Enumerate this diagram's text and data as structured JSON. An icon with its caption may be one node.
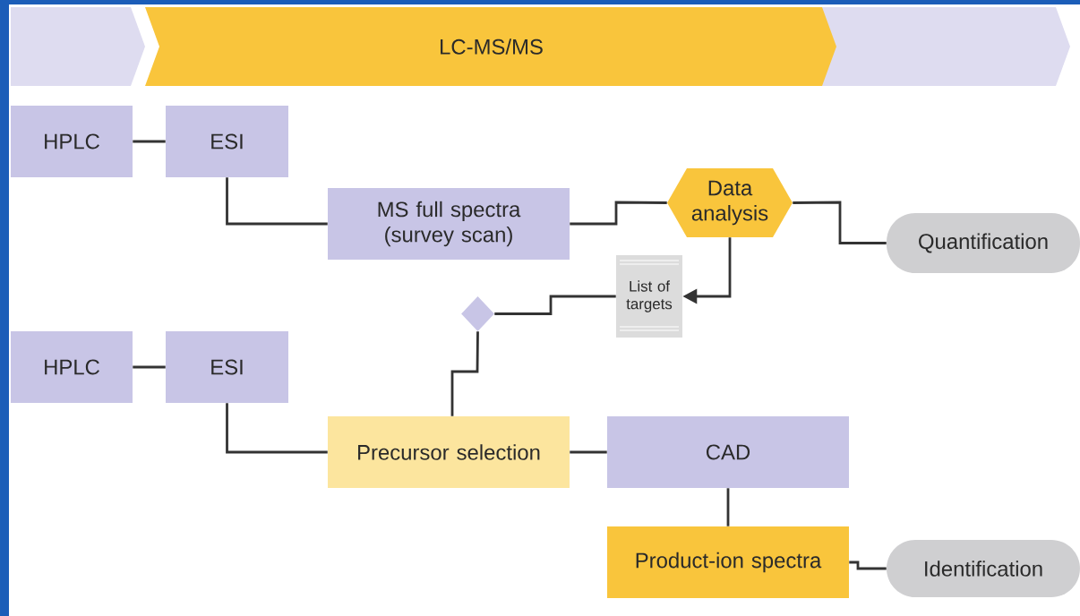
{
  "diagram": {
    "nodes": [
      {
        "text": [],
        "shape": "chevron"
      },
      {
        "text": [
          "LC-MS/MS"
        ]
      },
      {
        "text": [],
        "shape": "chevron"
      },
      {
        "text": [
          "HPLC"
        ]
      },
      {
        "text": [
          "ESI"
        ]
      },
      {
        "text": [
          "MS full spectra (survey scan)"
        ]
      },
      {
        "text": [
          "Data analysis"
        ]
      },
      {
        "text": [
          "Quantification"
        ]
      },
      {
        "text": [
          "List of targets"
        ]
      },
      {
        "text": [],
        "shape": "diamond"
      },
      {
        "text": [
          "HPLC"
        ]
      },
      {
        "text": [
          "ESI"
        ]
      },
      {
        "text": [
          "Precursor selection"
        ]
      },
      {
        "text": [
          "CAD"
        ]
      },
      {
        "text": [
          "Product-ion spectra"
        ]
      },
      {
        "text": [
          "Identification"
        ]
      }
    ],
    "edges": [
      {
        "from": 3,
        "to": 4,
        "arrow": "none"
      },
      {
        "from": 4,
        "to": 5,
        "arrow": "none"
      },
      {
        "from": 5,
        "to": 6,
        "arrow": "none"
      },
      {
        "from": 6,
        "to": 7,
        "arrow": "none"
      },
      {
        "from": 6,
        "to": 8,
        "arrow": "to"
      },
      {
        "from": 8,
        "to": 9,
        "arrow": "none"
      },
      {
        "from": 9,
        "to": 12,
        "arrow": "none"
      },
      {
        "from": 10,
        "to": 11,
        "arrow": "none"
      },
      {
        "from": 11,
        "to": 12,
        "arrow": "none"
      },
      {
        "from": 12,
        "to": 13,
        "arrow": "none"
      },
      {
        "from": 13,
        "to": 14,
        "arrow": "none"
      },
      {
        "from": 14,
        "to": 15,
        "arrow": "none"
      }
    ]
  }
}
